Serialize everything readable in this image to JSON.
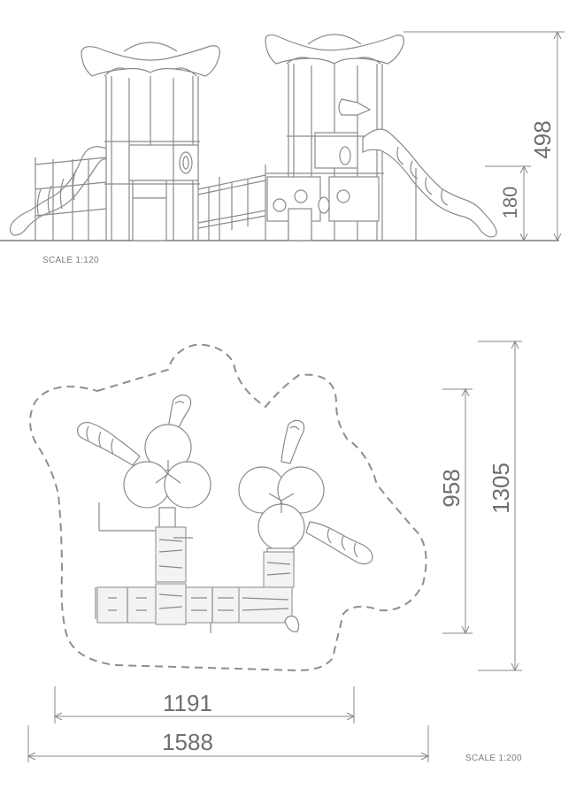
{
  "elevation": {
    "scale_label": "SCALE 1:120",
    "dim_total_height": "498",
    "dim_platform_height": "180"
  },
  "plan": {
    "scale_label": "SCALE 1:200",
    "dim_inner_width": "1191",
    "dim_outer_width": "1588",
    "dim_inner_depth": "958",
    "dim_outer_depth": "1305"
  },
  "colors": {
    "line": "#8a8a8a",
    "text": "#6f6f6f",
    "background": "#ffffff"
  }
}
